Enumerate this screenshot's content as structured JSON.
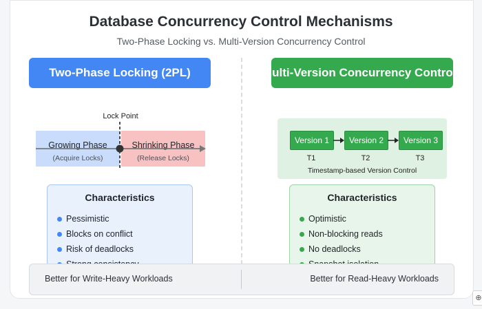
{
  "title": "Database Concurrency Control Mechanisms",
  "subtitle": "Two-Phase Locking vs. Multi-Version Concurrency Control",
  "left": {
    "header": "Two-Phase Locking (2PL)",
    "lock_point_label": "Lock Point",
    "growing": {
      "label": "Growing Phase",
      "sub": "(Acquire Locks)"
    },
    "shrinking": {
      "label": "Shrinking Phase",
      "sub": "(Release Locks)"
    },
    "characteristics": {
      "title": "Characteristics",
      "items": [
        "Pessimistic",
        "Blocks on conflict",
        "Risk of deadlocks",
        "Strong consistency"
      ]
    }
  },
  "right": {
    "header": "Multi-Version Concurrency Control",
    "versions": [
      "Version 1",
      "Version 2",
      "Version 3"
    ],
    "timestamps": [
      "T1",
      "T2",
      "T3"
    ],
    "caption": "Timestamp-based Version Control",
    "characteristics": {
      "title": "Characteristics",
      "items": [
        "Optimistic",
        "Non-blocking reads",
        "No deadlocks",
        "Snapshot isolation"
      ]
    }
  },
  "footer": {
    "left": "Better for Write-Heavy Workloads",
    "right": "Better for Read-Heavy Workloads"
  },
  "colors": {
    "blue": "#4387f5",
    "green": "#35a94e",
    "red_phase": "#f8c2c2",
    "blue_phase": "#c9dcfb"
  },
  "icons": {
    "zoom": "zoom-icon"
  }
}
